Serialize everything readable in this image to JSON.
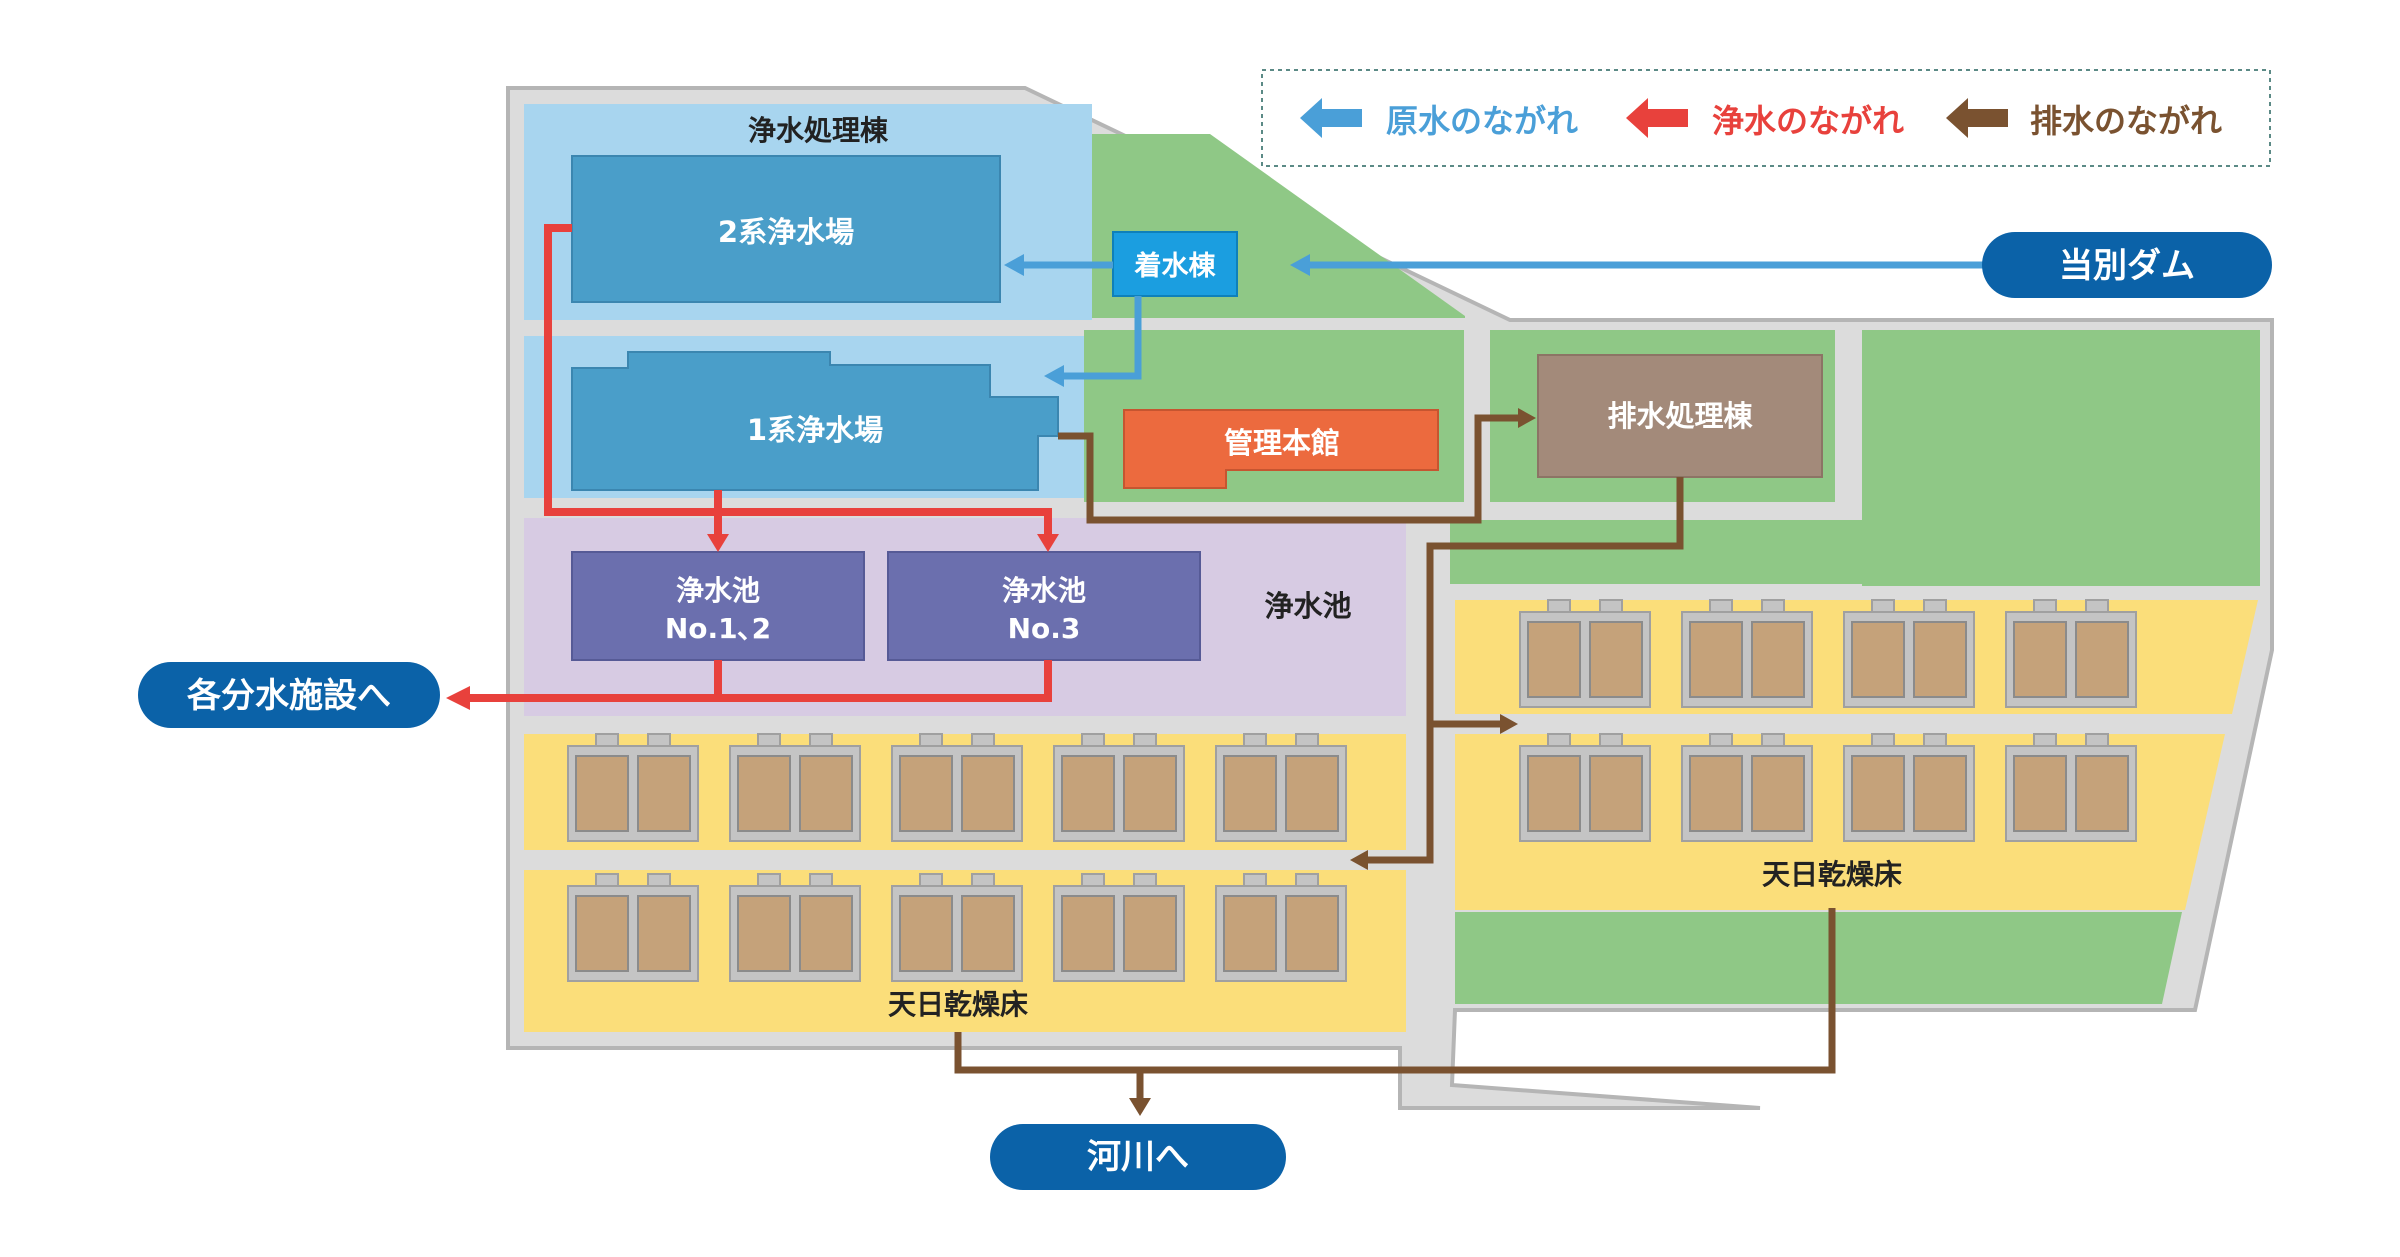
{
  "legend": {
    "raw_water": "原水のながれ",
    "clean_water": "浄水のながれ",
    "drain_water": "排水のながれ"
  },
  "labels": {
    "treatment_building": "浄水処理棟",
    "plant2": "2系浄水場",
    "plant1": "1系浄水場",
    "intake_building": "着水棟",
    "admin_building": "管理本館",
    "drain_building": "排水処理棟",
    "pond_area": "浄水池",
    "pond_12_line1": "浄水池",
    "pond_12_line2": "No.1､2",
    "pond_3_line1": "浄水池",
    "pond_3_line2": "No.3",
    "drying_bed_left": "天日乾燥床",
    "drying_bed_right": "天日乾燥床"
  },
  "destinations": {
    "dam": "当別ダム",
    "distribution": "各分水施設へ",
    "river": "河川へ"
  },
  "colors": {
    "raw_water": "#4a9fd8",
    "clean_water": "#e8413c",
    "drain_water": "#7a5230",
    "badge": "#0b62a8",
    "site_gray": "#dcdcdc",
    "water_blue": "#a8d5ef",
    "plant_blue": "#4a9ec9",
    "grass_green": "#8fc886",
    "pond_purple": "#d7cbe3",
    "pond_tank": "#6b6fae",
    "drying_yellow": "#fbde7a",
    "sludge_brown": "#c5a27a",
    "admin_orange": "#ec6a3e",
    "drain_bldg": "#a38a7a",
    "intake_cyan": "#1b9ee0"
  }
}
